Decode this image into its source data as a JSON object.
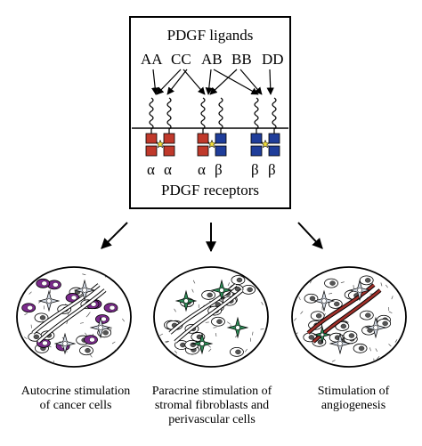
{
  "box": {
    "title": "PDGF ligands",
    "footer": "PDGF receptors",
    "ligands": [
      "AA",
      "CC",
      "AB",
      "BB",
      "DD"
    ],
    "subunits": [
      "α",
      "α",
      "α",
      "β",
      "β",
      "β"
    ]
  },
  "colors": {
    "alpha": "#c0392b",
    "beta": "#1f3d9a",
    "cell_purple": "#7b2a8c",
    "cell_green": "#2e8b57",
    "vessel_red": "#a0302a"
  },
  "outcomes": [
    {
      "lines": [
        "Autocrine stimulation",
        "of cancer cells"
      ]
    },
    {
      "lines": [
        "Paracrine stimulation of",
        "stromal fibroblasts and",
        "perivascular cells"
      ]
    },
    {
      "lines": [
        "Stimulation of",
        "angiogenesis"
      ]
    }
  ]
}
